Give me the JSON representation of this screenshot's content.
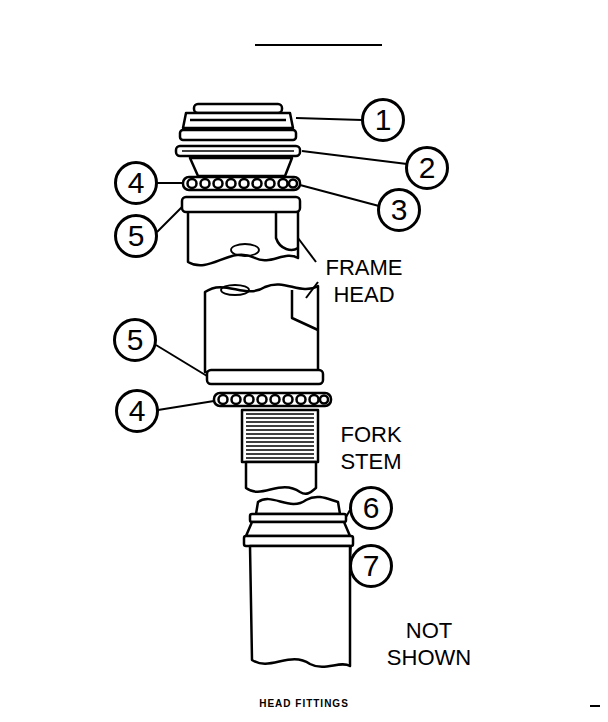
{
  "diagram": {
    "caption": "HEAD FITTINGS",
    "nodes": [
      {
        "text": [
          "1"
        ]
      },
      {
        "text": [
          "2"
        ]
      },
      {
        "text": [
          "4"
        ]
      },
      {
        "text": [
          "3"
        ]
      },
      {
        "text": [
          "5"
        ]
      },
      {
        "text": [
          "5"
        ]
      },
      {
        "text": [
          "4"
        ]
      },
      {
        "text": [
          "6"
        ]
      },
      {
        "text": [
          "7"
        ]
      }
    ],
    "labels": [
      "FRAME HEAD",
      "FORK STEM",
      "NOT SHOWN"
    ]
  }
}
